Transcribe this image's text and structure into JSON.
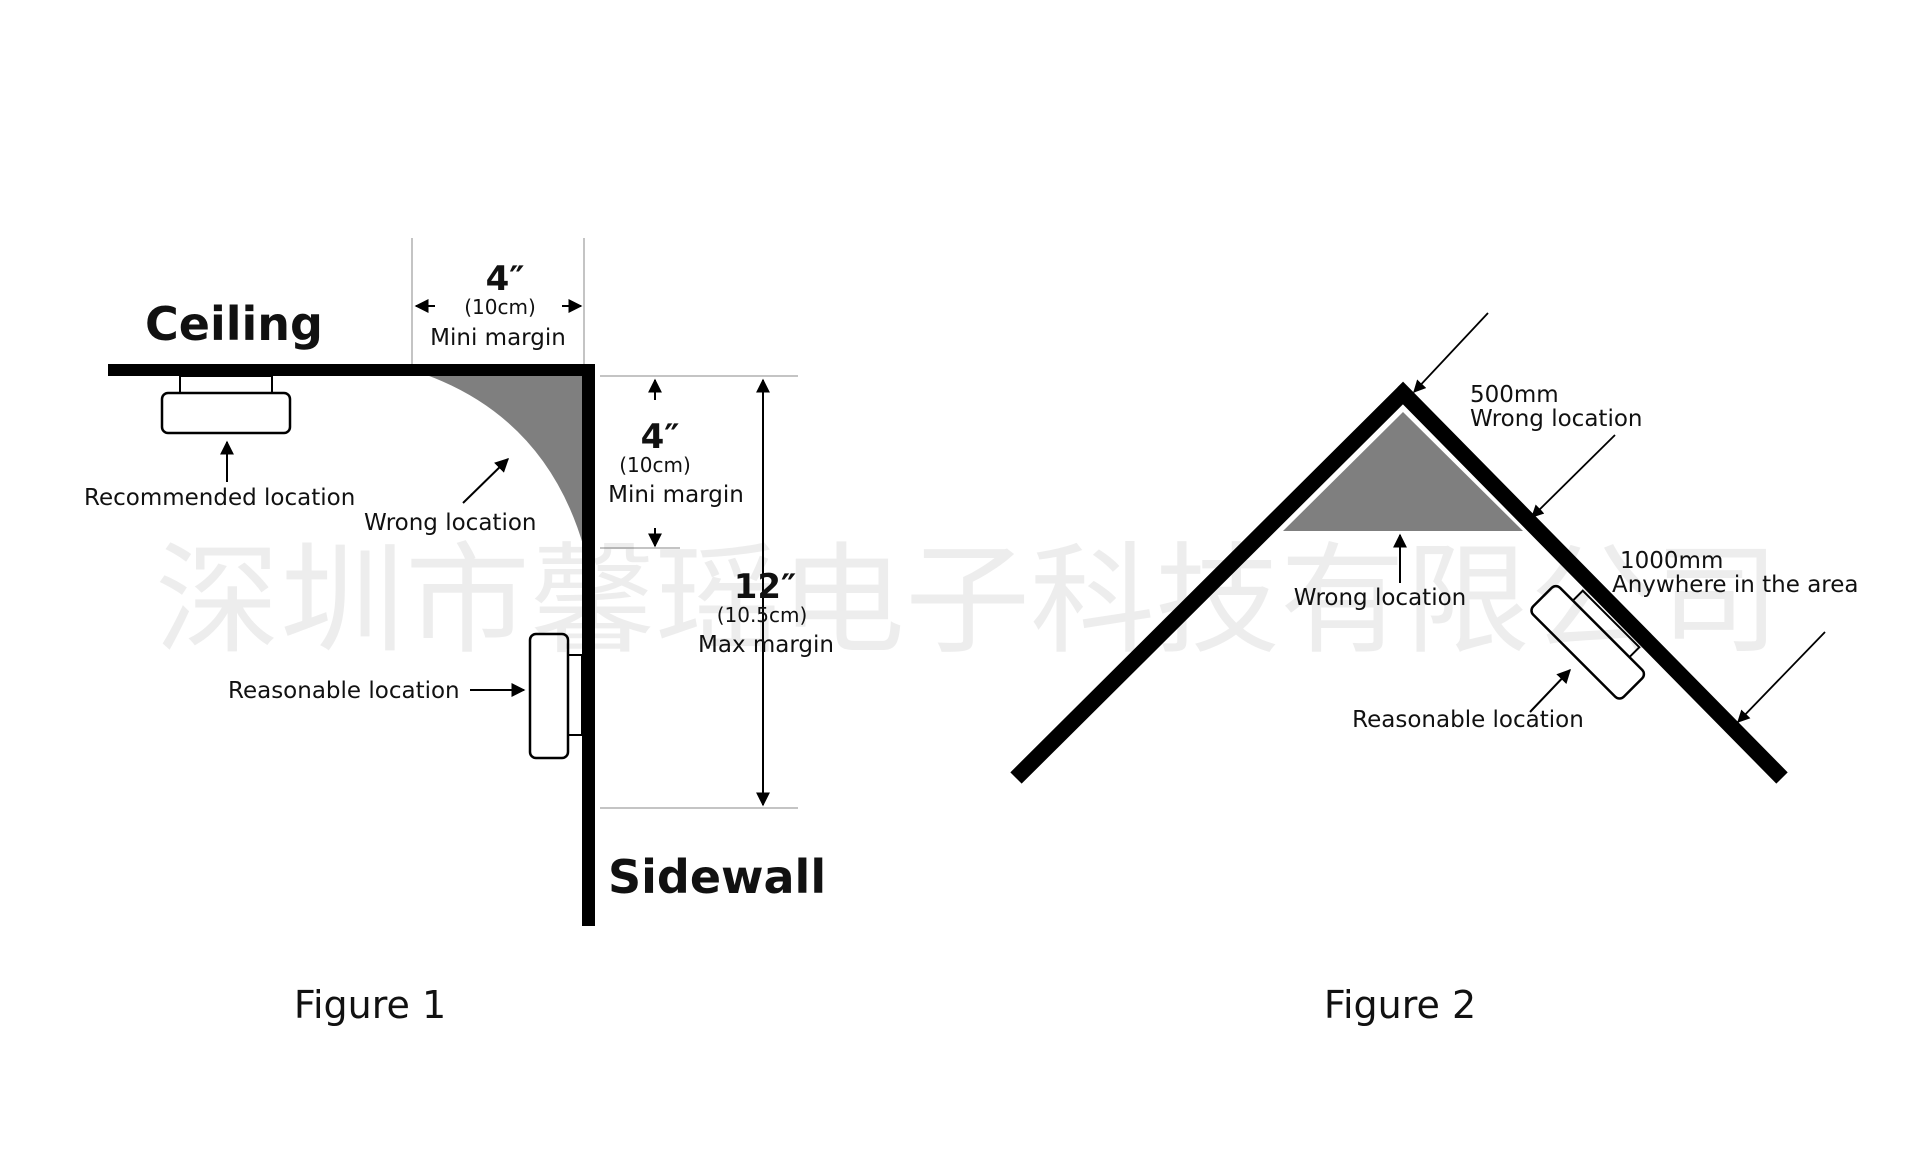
{
  "figure1": {
    "ceiling_label": "Ceiling",
    "sidewall_label": "Sidewall",
    "top_margin": {
      "value": "4″",
      "metric": "(10cm)",
      "caption": "Mini margin"
    },
    "side_margin": {
      "value": "4″",
      "metric": "(10cm)",
      "caption": "Mini margin"
    },
    "max_margin": {
      "value": "12″",
      "metric": "(10.5cm)",
      "caption": "Max margin"
    },
    "recommended_label": "Recommended location",
    "wrong_label": "Wrong location",
    "reasonable_label": "Reasonable location",
    "caption": "Figure 1"
  },
  "figure2": {
    "distance1": "500mm",
    "wrong_label_top": "Wrong location",
    "distance2": "1000mm",
    "anywhere_label": "Anywhere in the area",
    "wrong_label": "Wrong location",
    "reasonable_label": "Reasonable location",
    "caption": "Figure 2"
  },
  "watermark": "深圳市馨瑶电子科技有限公司",
  "colors": {
    "ink": "#000000",
    "shade": "#7f7f7f"
  }
}
